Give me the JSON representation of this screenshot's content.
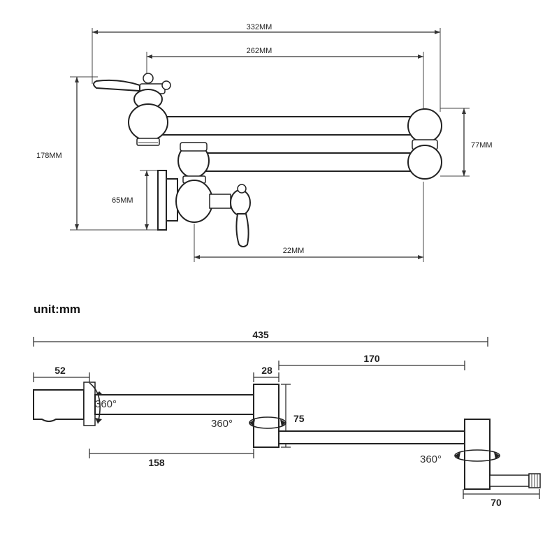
{
  "top_view": {
    "dim_overall_length": "332MM",
    "dim_arm_length": "262MM",
    "dim_height": "178MM",
    "dim_arm_spacing": "77MM",
    "dim_inlet_height": "65MM",
    "dim_lower_arm": "22MM"
  },
  "side_view": {
    "unit_label": "unit:mm",
    "dim_total": "435",
    "dim_inlet": "52",
    "dim_joint": "28",
    "dim_second_arm": "170",
    "dim_first_arm": "158",
    "dim_drop": "75",
    "dim_spout": "70",
    "rotation_1": "360°",
    "rotation_2": "360°",
    "rotation_3": "360°"
  }
}
